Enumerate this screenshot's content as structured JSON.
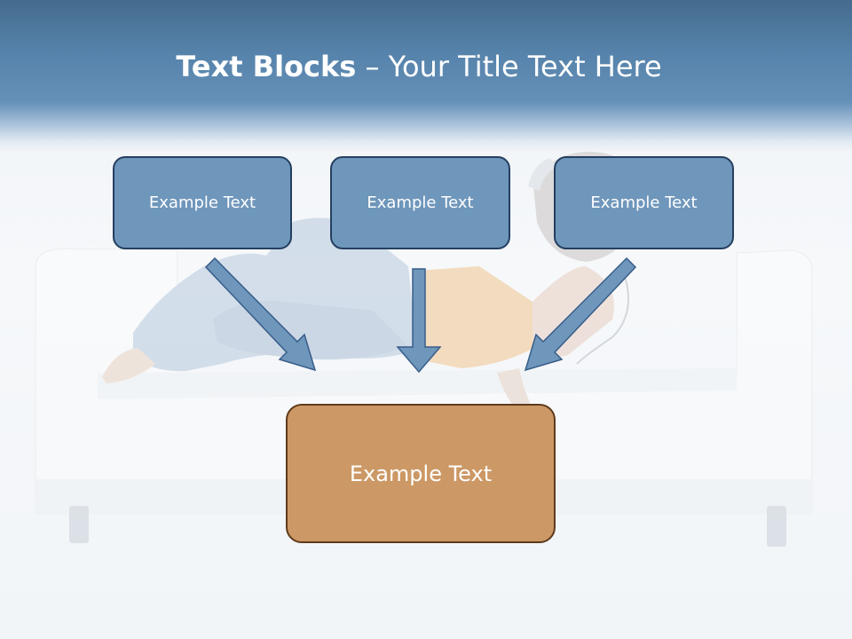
{
  "title": {
    "bold": "Text Blocks",
    "dash": " – ",
    "rest": "Your Title Text Here"
  },
  "blocks": {
    "top": [
      "Example Text",
      "Example Text",
      "Example Text"
    ],
    "bottom": "Example Text"
  },
  "colors": {
    "header_blue": "#5683ab",
    "box_blue": "#6f96bb",
    "box_blue_border": "#243f60",
    "box_orange": "#cc9865",
    "box_orange_border": "#5e3b1c"
  }
}
